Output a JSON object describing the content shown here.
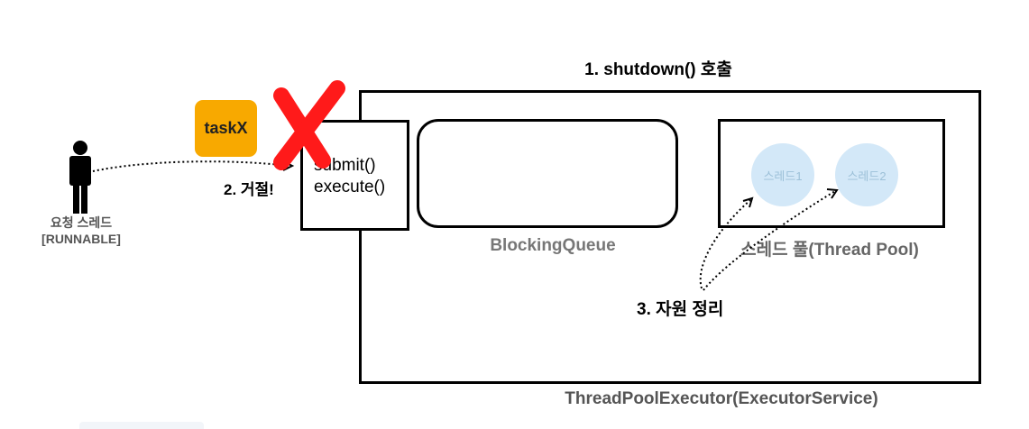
{
  "diagram": {
    "title": "1. shutdown() 호출",
    "executor_label": "ThreadPoolExecutor(ExecutorService)",
    "submit_lines": [
      "submit()",
      "execute()"
    ],
    "queue_label": "BlockingQueue",
    "pool_label": "스레드 풀(Thread Pool)",
    "threads": [
      "스레드1",
      "스레드2"
    ],
    "task_label": "taskX",
    "user_label_lines": [
      "요청 스레드",
      "[RUNNABLE]"
    ],
    "reject_label": "2. 거절!",
    "cleanup_label": "3. 자원 정리",
    "colors": {
      "task": "#f8a900",
      "reject_x": "#ff1a1a",
      "thread": "#d3e8f8",
      "muted_text": "#777777"
    }
  }
}
